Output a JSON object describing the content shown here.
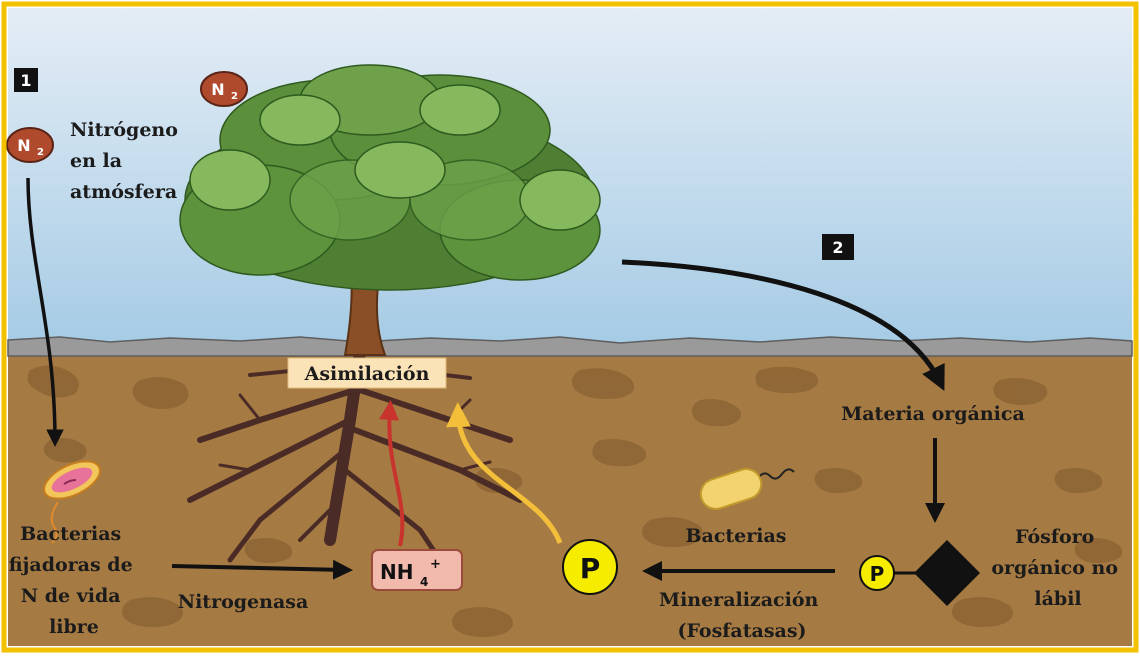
{
  "step1": {
    "badge": "1"
  },
  "step2": {
    "badge": "2"
  },
  "atmosphere": {
    "molecule_main": "N",
    "molecule_sub": "2",
    "label_lines": [
      "Nitrógeno",
      "en la",
      "atmósfera"
    ]
  },
  "assimilation": {
    "label": "Asimilación"
  },
  "free_bacteria": {
    "label_lines": [
      "Bacterias",
      "fijadoras de",
      "N de vida",
      "libre"
    ]
  },
  "nitrogenase": {
    "label": "Nitrogenasa"
  },
  "ammonium": {
    "main": "NH",
    "sub": "4",
    "sup": "+"
  },
  "phosphorus": {
    "symbol": "P"
  },
  "bacteria": {
    "label": "Bacterias"
  },
  "mineralization": {
    "label_lines": [
      "Mineralización",
      "(Fosfatasas)"
    ]
  },
  "organic_matter": {
    "label": "Materia orgánica"
  },
  "organic_p": {
    "symbol": "P",
    "label_lines": [
      "Fósforo",
      "orgánico no",
      "lábil"
    ]
  },
  "colors": {
    "frame": "#f2c200",
    "sky_top": "#dfeaf4",
    "sky_bottom": "#a9cde6",
    "soil": "#a67a43",
    "soil_patch": "#8c6434",
    "red_arrow": "#c8332e",
    "yellow_arrow": "#f3bf3a",
    "n2_molecule": "#b04a2d",
    "p_circle": "#f5ec00"
  }
}
